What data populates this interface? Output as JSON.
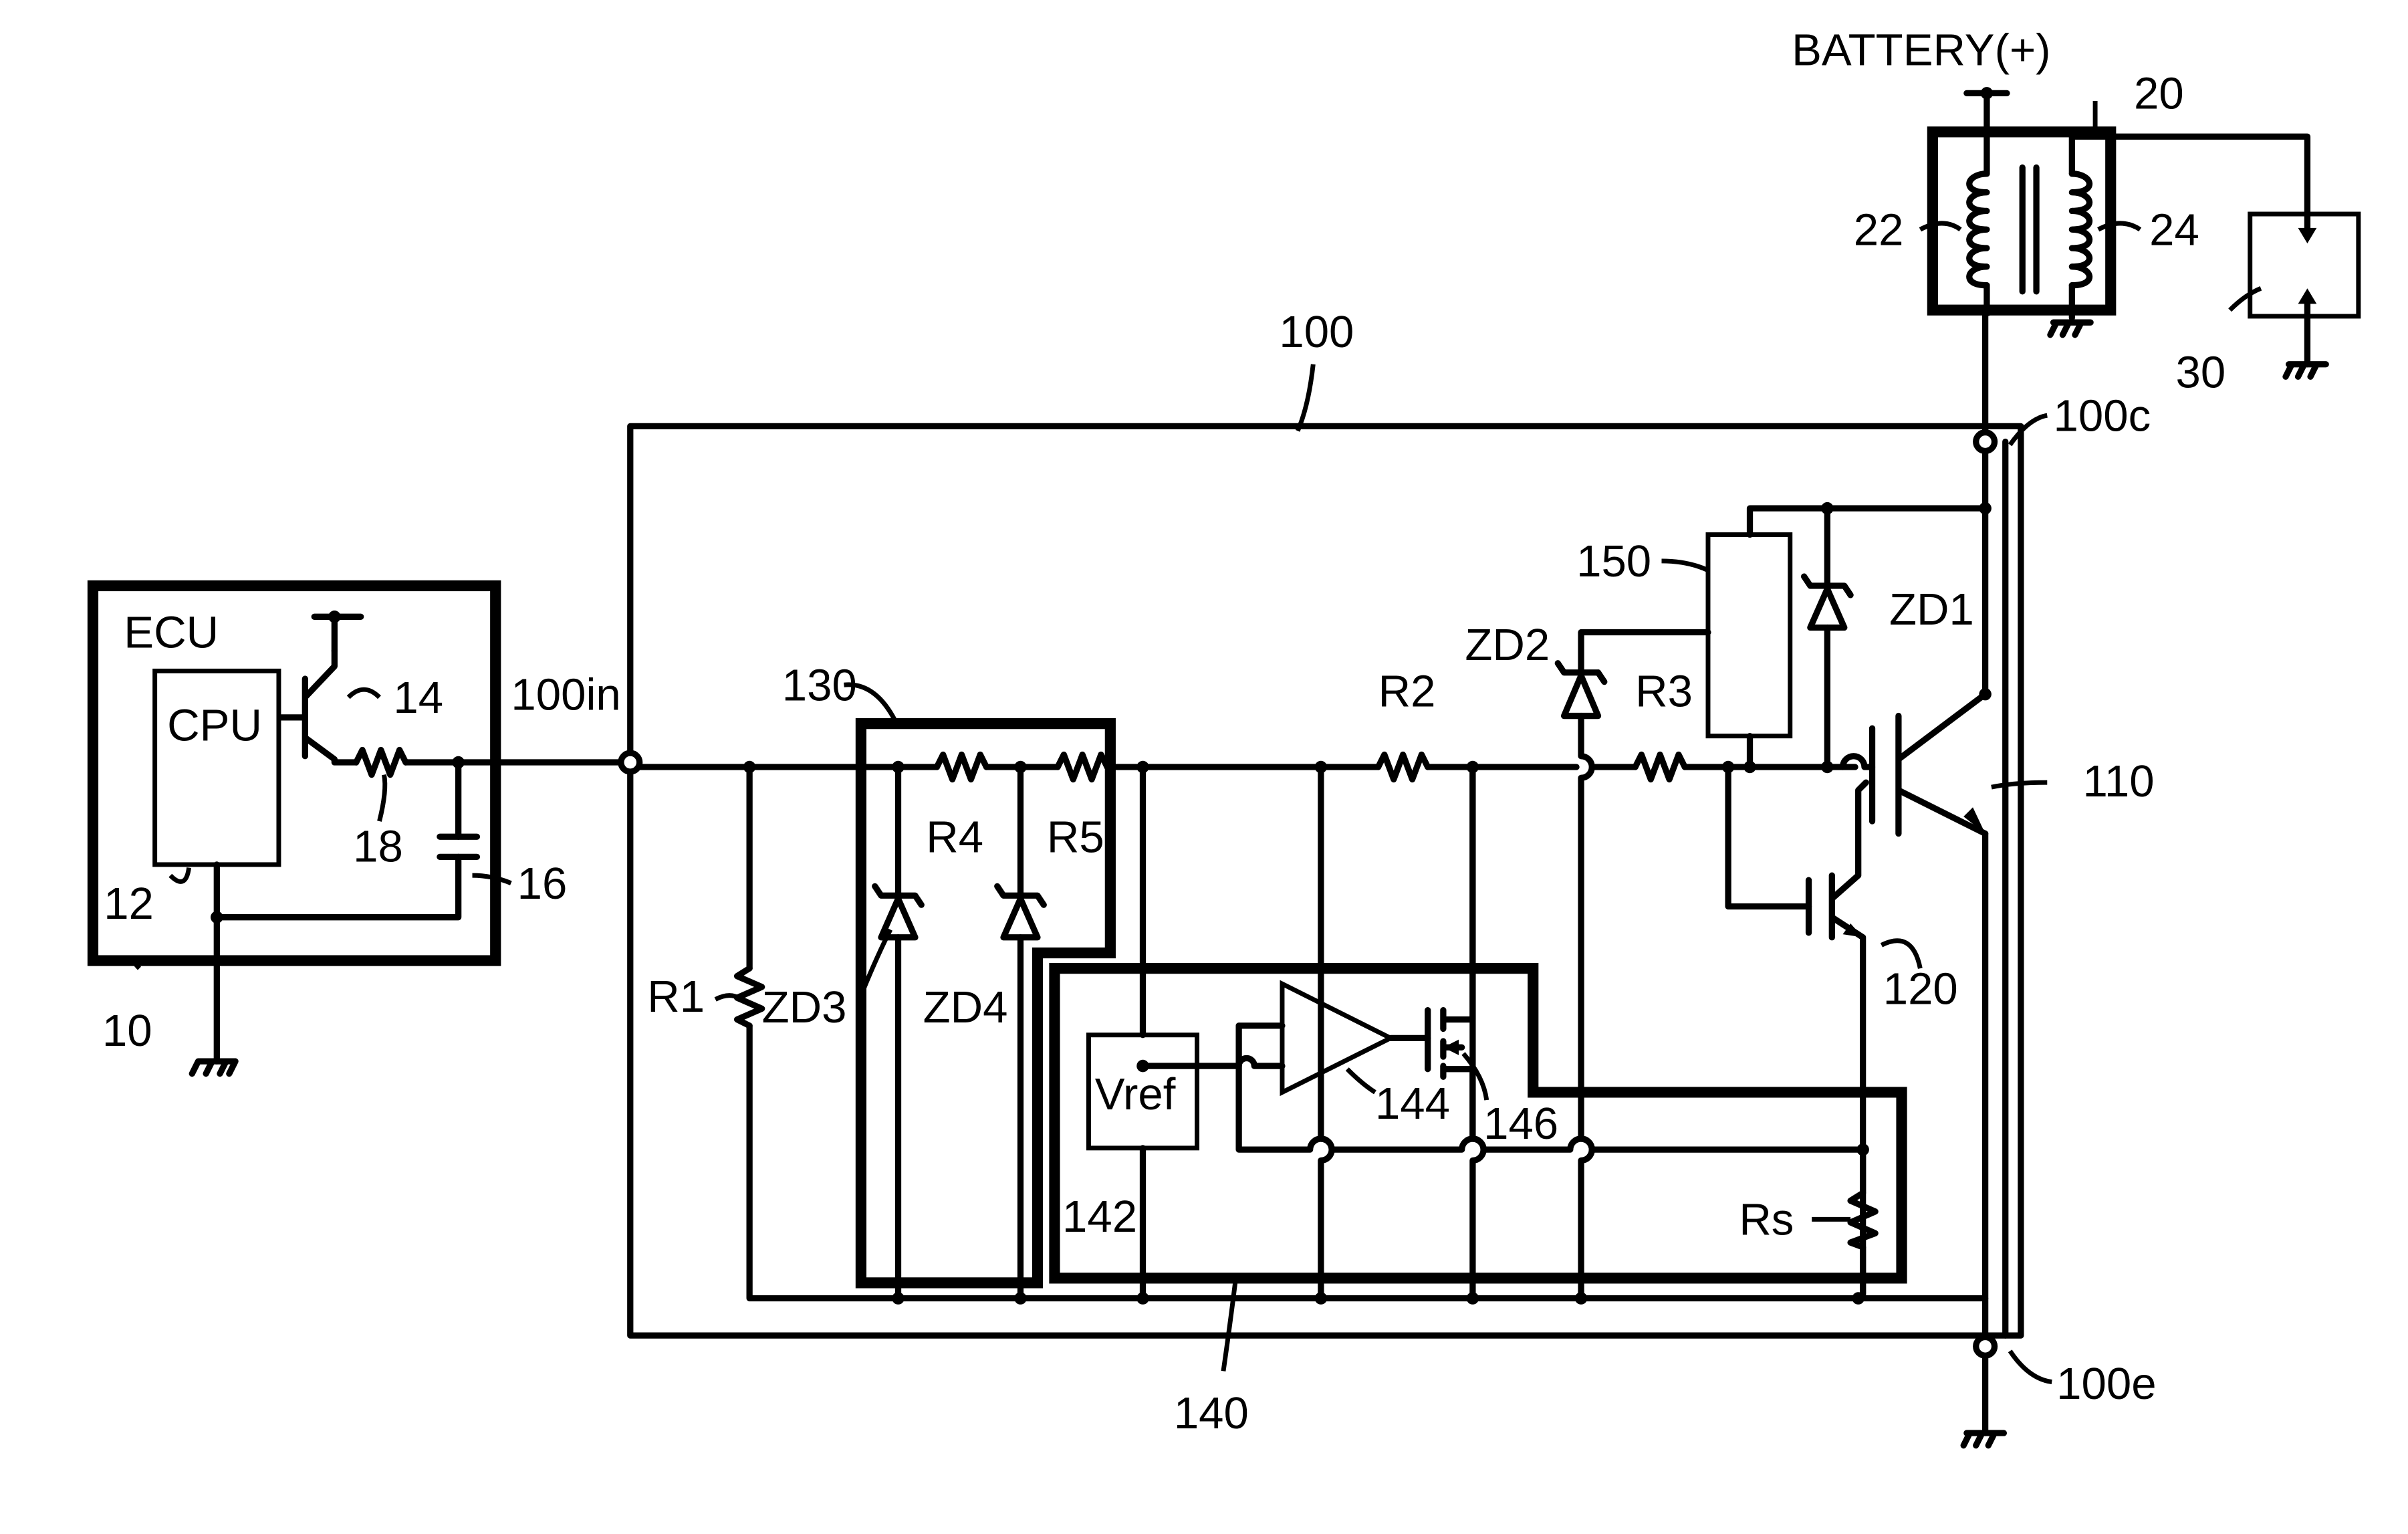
{
  "labels": {
    "battery": "BATTERY(+)",
    "ignition_coil": "20",
    "primary_coil": "22",
    "secondary_coil": "24",
    "spark_plug": "30",
    "igniter": "100",
    "terminal_c": "100c",
    "terminal_in": "100in",
    "terminal_e": "100e",
    "ecu_ref": "10",
    "ecu": "ECU",
    "cpu": "CPU",
    "cpu_ref": "12",
    "transistor_14": "14",
    "capacitor_16": "16",
    "resistor_18": "18",
    "igbt": "110",
    "sense_transistor": "120",
    "protection_block": "130",
    "limit_block": "140",
    "vref": "Vref",
    "vref_ref": "142",
    "comparator": "144",
    "mosfet": "146",
    "block_150": "150",
    "r1": "R1",
    "r2": "R2",
    "r3": "R3",
    "r4": "R4",
    "r5": "R5",
    "rs": "Rs",
    "zd1": "ZD1",
    "zd2": "ZD2",
    "zd3": "ZD3",
    "zd4": "ZD4"
  }
}
